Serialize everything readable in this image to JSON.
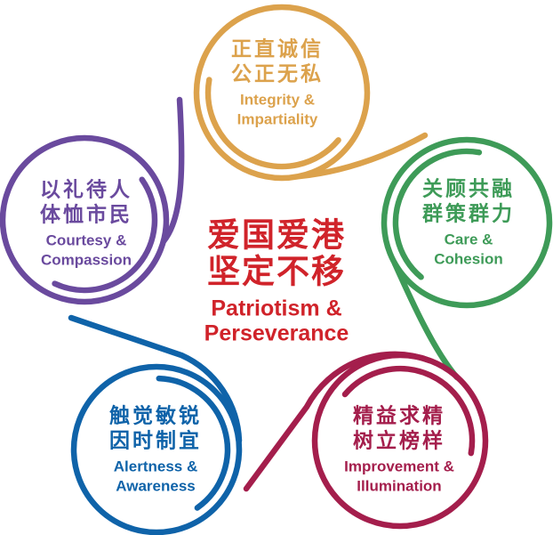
{
  "diagram": {
    "title_semantic": "Core values diagram",
    "center": {
      "cn_line1": "爱国爱港",
      "cn_line2": "坚定不移",
      "en_line1": "Patriotism &",
      "en_line2": "Perseverance",
      "color": "#D0232A"
    },
    "values": [
      {
        "id": "integrity",
        "cn_line1": "正直诚信",
        "cn_line2": "公正无私",
        "en_line1": "Integrity &",
        "en_line2": "Impartiality",
        "color": "#DCA24C"
      },
      {
        "id": "courtesy",
        "cn_line1": "以礼待人",
        "cn_line2": "体恤市民",
        "en_line1": "Courtesy &",
        "en_line2": "Compassion",
        "color": "#6A4A9E"
      },
      {
        "id": "care",
        "cn_line1": "关顾共融",
        "cn_line2": "群策群力",
        "en_line1": "Care &",
        "en_line2": "Cohesion",
        "color": "#3E9B58"
      },
      {
        "id": "alertness",
        "cn_line1": "触觉敏锐",
        "cn_line2": "因时制宜",
        "en_line1": "Alertness &",
        "en_line2": "Awareness",
        "color": "#0F63A9"
      },
      {
        "id": "improvement",
        "cn_line1": "精益求精",
        "cn_line2": "树立榜样",
        "en_line1": "Improvement &",
        "en_line2": "Illumination",
        "color": "#A41E4C"
      }
    ]
  }
}
